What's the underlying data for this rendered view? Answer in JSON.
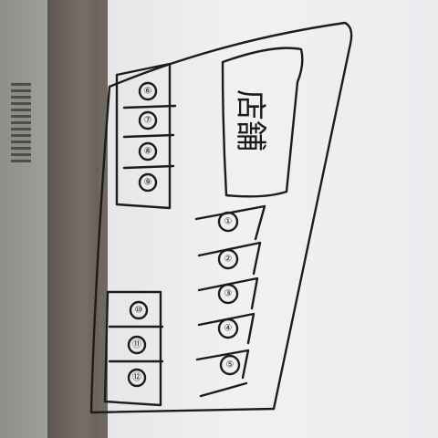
{
  "store_label": "店舗",
  "stalls_right": [
    "①",
    "②",
    "③",
    "④",
    "⑤"
  ],
  "stalls_top_left": [
    "⑥",
    "⑦",
    "⑧",
    "⑨"
  ],
  "stalls_bottom_left": [
    "⑩",
    "⑪",
    "⑫"
  ]
}
